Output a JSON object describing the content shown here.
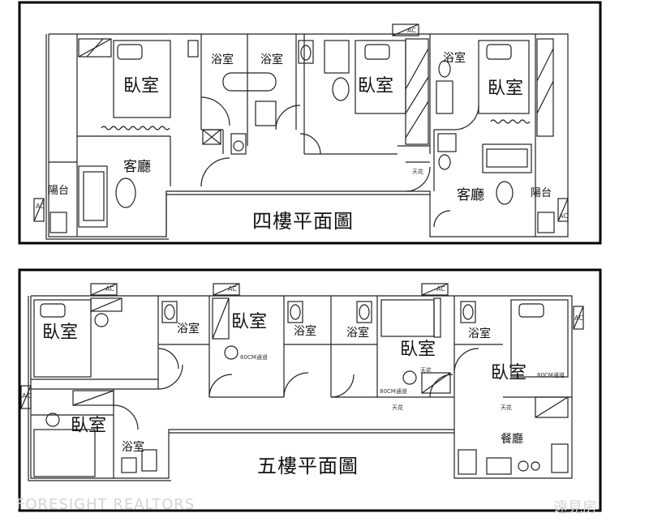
{
  "floor4": {
    "title": "四樓平面圖",
    "rooms": {
      "bedroom_a": "臥室",
      "bath_a": "浴室",
      "bath_b": "浴室",
      "bedroom_b": "臥室",
      "bath_c": "浴室",
      "bedroom_c": "臥室",
      "living_a": "客廳",
      "balcony_a": "陽台",
      "living_b": "客廳",
      "balcony_b": "陽台"
    },
    "ac": [
      "AC",
      "AC",
      "AC"
    ],
    "notes": [
      "天花"
    ]
  },
  "floor5": {
    "title": "五樓平面圖",
    "rooms": {
      "bedroom_a": "臥室",
      "bath_a": "浴室",
      "bedroom_b": "臥室",
      "bath_b": "浴室",
      "bath_c": "浴室",
      "bedroom_c": "臥室",
      "bath_d": "浴室",
      "bedroom_d": "臥室",
      "bedroom_e": "臥室",
      "bath_e": "浴室",
      "dining": "餐廳"
    },
    "ac": [
      "AC",
      "AC",
      "AC",
      "AC",
      "AC"
    ],
    "notes": [
      "80CM通道",
      "80CM通道",
      "天花",
      "天花",
      "天花",
      "80CM通道"
    ]
  },
  "watermark": "FORESIGHT REALTORS",
  "watermark_cjk": "遠見房"
}
